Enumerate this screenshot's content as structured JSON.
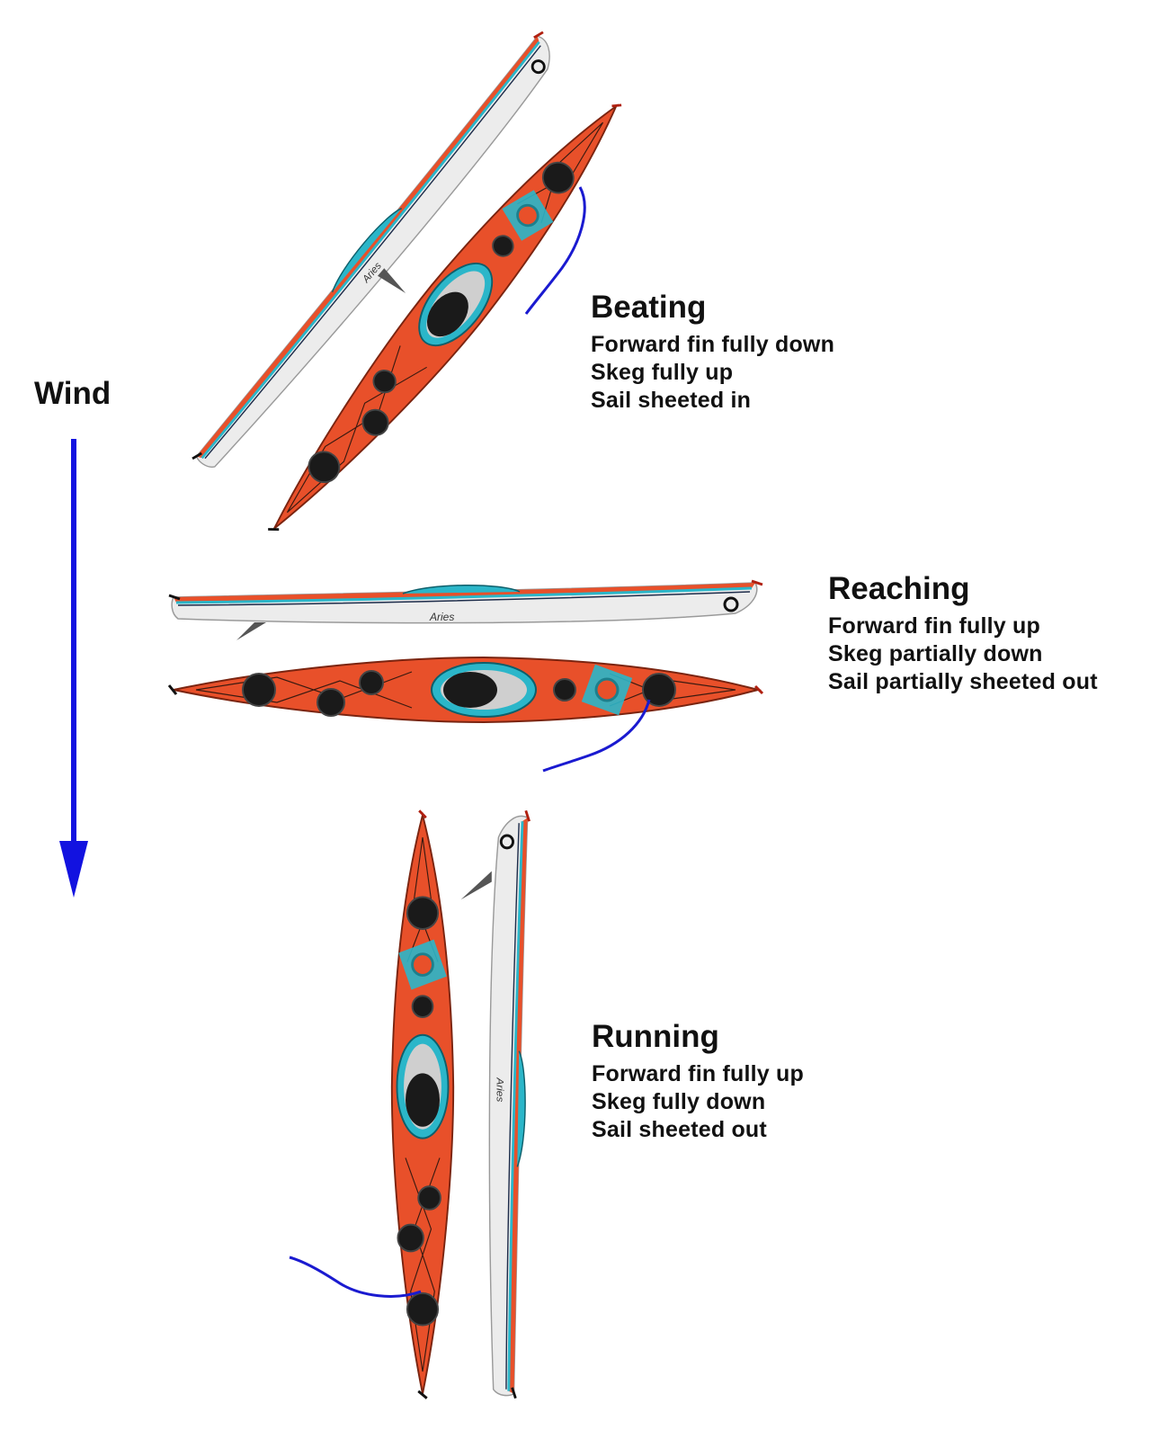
{
  "wind": {
    "label": "Wind"
  },
  "positions": [
    {
      "title": "Beating",
      "settings": [
        "Forward fin fully down",
        "Skeg fully up",
        "Sail sheeted in"
      ]
    },
    {
      "title": "Reaching",
      "settings": [
        "Forward fin fully up",
        "Skeg partially down",
        "Sail partially sheeted out"
      ]
    },
    {
      "title": "Running",
      "settings": [
        "Forward fin fully up",
        "Skeg fully down",
        "Sail sheeted out"
      ]
    }
  ],
  "kayak": {
    "name": "Aries"
  },
  "colors": {
    "deck": "#e8502a",
    "hull": "#ececec",
    "trim": "#2bb6c9",
    "hatch": "#1a1a1a",
    "wind_arrow": "#1212e0",
    "sheet_line": "#1a1ad0"
  }
}
